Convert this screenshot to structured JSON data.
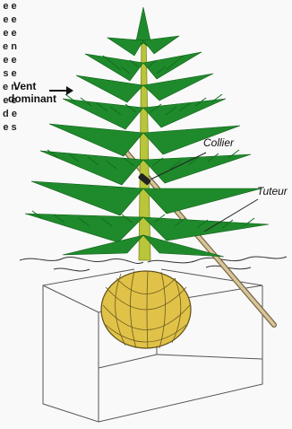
{
  "edge_text": "e e e e e e e n e e s e e n e e d e e s",
  "labels": {
    "vent": "Vent",
    "dominant": "dominant",
    "collier": "Collier",
    "tuteur": "Tuteur"
  },
  "colors": {
    "foliage": "#1f8a2b",
    "foliage_dark": "#136b1e",
    "trunk": "#b9c53a",
    "rootball": "#e3c64a",
    "rootball_net": "#6b5a20",
    "stake": "#c9b48a",
    "box": "#555555"
  },
  "icons": [
    "wind-arrow-icon"
  ]
}
